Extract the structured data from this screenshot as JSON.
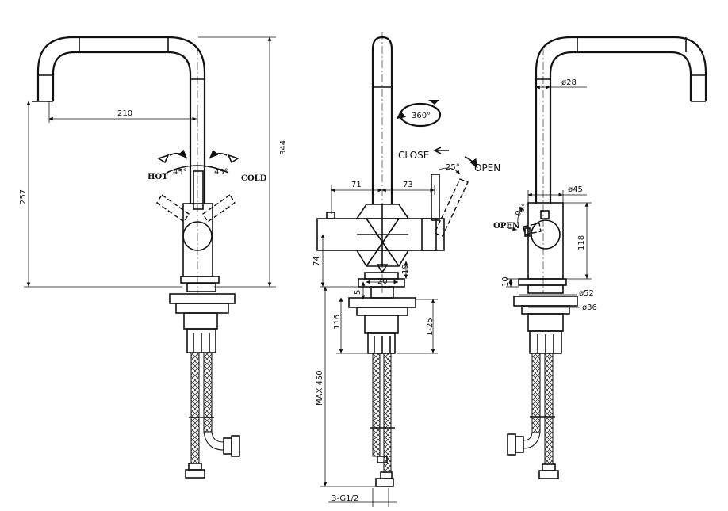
{
  "left_view": {
    "dim_spout_reach": "210",
    "dim_total_height": "344",
    "dim_spout_height": "257",
    "label_hot": "HOT",
    "label_cold": "COLD",
    "angle_left": "45°",
    "angle_right": "45°"
  },
  "center_view": {
    "rotation_label": "360°",
    "label_close": "CLOSE",
    "label_open": "OPEN",
    "angle_lever": "25°",
    "dim_left_body": "71",
    "dim_right_body": "73",
    "dim_body_height": "74",
    "dim_base_width": "20",
    "dim_base_height": "19",
    "dim_small": "5",
    "dim_shank": "116",
    "dim_clamp_range": "1-25",
    "dim_hose_length": "MAX 450",
    "dim_connection": "3-G1/2"
  },
  "right_view": {
    "dim_spout_diameter": "ø28",
    "dim_body_diameter": "ø45",
    "label_open": "OPEN",
    "angle_open": "90°",
    "dim_body_height": "118",
    "dim_base_thickness": "10",
    "dim_base_diameter": "ø52",
    "dim_shank_diameter": "ø36"
  }
}
